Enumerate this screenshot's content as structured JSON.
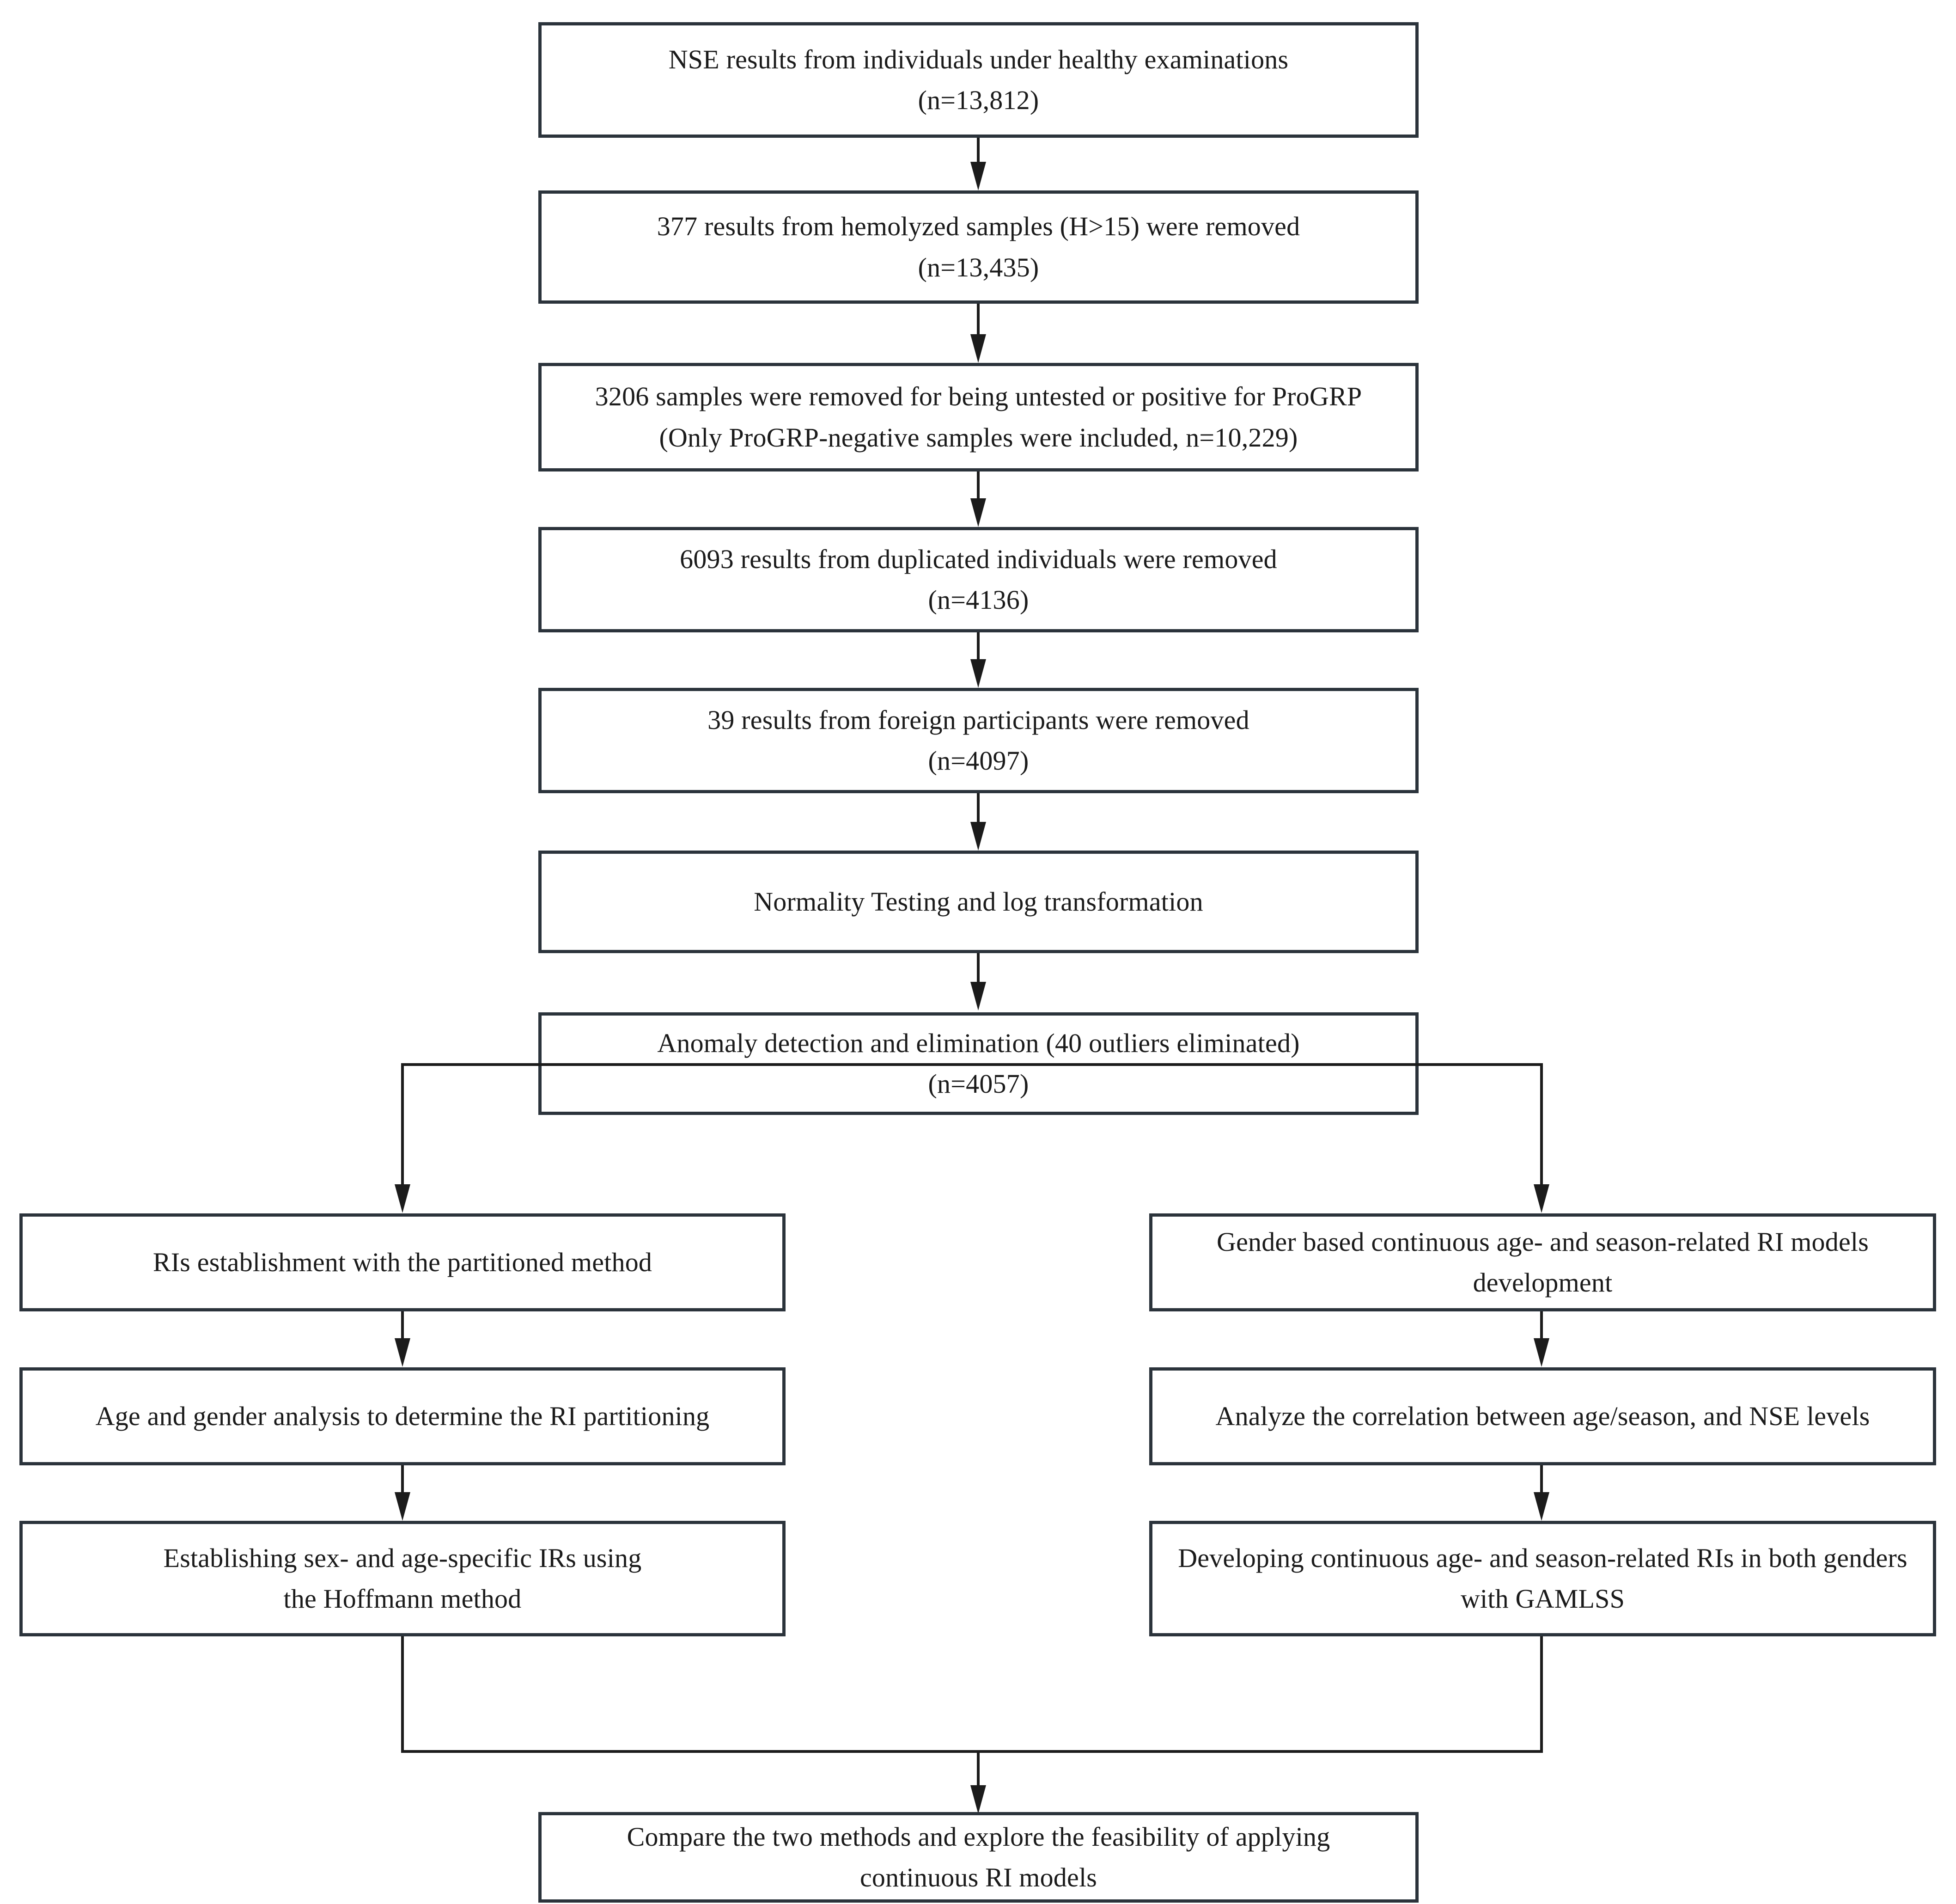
{
  "diagram": {
    "type": "flowchart",
    "title": "NSE reference interval study flow diagram",
    "orientation": "top-to-bottom",
    "colors": {
      "box_border": "#2b333b",
      "connector": "#1b1b1b",
      "background": "#ffffff",
      "text": "#1b1b1b"
    },
    "nodes": [
      {
        "id": "n1",
        "text": "NSE results from individuals under healthy examinations\n(n=13,812)",
        "line1": "NSE results from individuals under healthy examinations",
        "line2": "(n=13,812)",
        "count": "13,812"
      },
      {
        "id": "n2",
        "text": "377 results from hemolyzed samples (H>15) were removed\n(n=13,435)",
        "line1": "377 results from hemolyzed samples (H>15) were removed",
        "line2": "(n=13,435)",
        "count": "13,435"
      },
      {
        "id": "n3",
        "text": "3206 samples were removed for being untested or positive for ProGRP\n(Only ProGRP-negative samples were included, n=10,229)",
        "line1": "3206 samples were removed for being untested or positive for ProGRP",
        "line2": "(Only ProGRP-negative samples were included, n=10,229)",
        "count": "10,229"
      },
      {
        "id": "n4",
        "text": "6093 results from duplicated individuals were removed\n(n=4136)",
        "line1": "6093 results from duplicated individuals were removed",
        "line2": "(n=4136)",
        "count": "4136"
      },
      {
        "id": "n5",
        "text": "39 results from foreign participants were removed\n(n=4097)",
        "line1": "39 results from foreign participants were removed",
        "line2": "(n=4097)",
        "count": "4097"
      },
      {
        "id": "n6",
        "text": "Normality Testing and log transformation",
        "line1": "Normality Testing and log transformation",
        "line2": "",
        "count": ""
      },
      {
        "id": "n7",
        "text": "Anomaly detection and elimination (40 outliers eliminated)\n(n=4057)",
        "line1": "Anomaly detection and elimination (40 outliers eliminated)",
        "line2": "(n=4057)",
        "count": "4057"
      }
    ],
    "left_branch": [
      {
        "id": "l1",
        "text": "RIs establishment with the partitioned method"
      },
      {
        "id": "l2",
        "text": "Age and gender analysis to determine the RI partitioning"
      },
      {
        "id": "l3",
        "text": "Establishing sex- and age-specific IRs using\nthe Hoffmann method"
      }
    ],
    "right_branch": [
      {
        "id": "r1",
        "text": "Gender based continuous age- and season-related RI models\ndevelopment"
      },
      {
        "id": "r2",
        "text": "Analyze the correlation between age/season, and NSE levels"
      },
      {
        "id": "r3",
        "text": "Developing continuous age- and season-related RIs in both genders\nwith GAMLSS"
      }
    ],
    "conclusion": {
      "id": "c1",
      "text": "Compare the two methods and explore the feasibility of applying\ncontinuous RI models"
    }
  }
}
